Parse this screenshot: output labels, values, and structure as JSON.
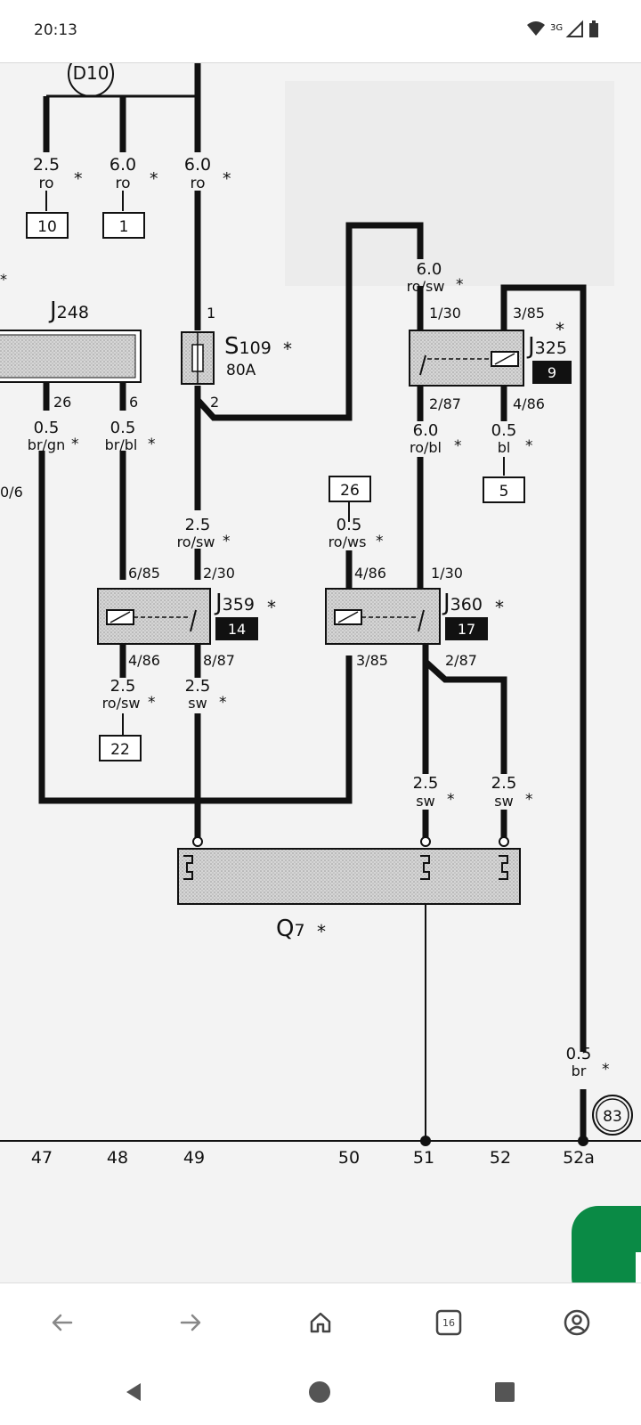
{
  "status_bar": {
    "time": "20:13",
    "network": "3G",
    "icons": [
      "wifi-icon",
      "signal-icon",
      "battery-icon"
    ]
  },
  "diagram": {
    "top_connector": "D10",
    "wires": [
      {
        "id": "w10",
        "gauge": "2.5",
        "color": "ro",
        "star": "*",
        "ref": "10"
      },
      {
        "id": "w1",
        "gauge": "6.0",
        "color": "ro",
        "star": "*",
        "ref": "1"
      },
      {
        "id": "w49",
        "gauge": "6.0",
        "color": "ro",
        "star": "*"
      },
      {
        "id": "wJ248a",
        "gauge": "0.5",
        "color": "br/gn",
        "star": "*"
      },
      {
        "id": "wJ248b",
        "gauge": "0.5",
        "color": "br/bl",
        "star": "*"
      },
      {
        "id": "wS109",
        "gauge": "2.5",
        "color": "ro/sw",
        "star": "*"
      },
      {
        "id": "w26",
        "gauge": "0.5",
        "color": "ro/ws",
        "star": "*",
        "ref": "26"
      },
      {
        "id": "wJ325in",
        "gauge": "6.0",
        "color": "ro/sw",
        "star": "*"
      },
      {
        "id": "wJ325out",
        "gauge": "6.0",
        "color": "ro/bl",
        "star": "*"
      },
      {
        "id": "w5",
        "gauge": "0.5",
        "color": "bl",
        "star": "*",
        "ref": "5"
      },
      {
        "id": "w22",
        "gauge": "2.5",
        "color": "ro/sw",
        "star": "*",
        "ref": "22"
      },
      {
        "id": "wJ359",
        "gauge": "2.5",
        "color": "sw",
        "star": "*"
      },
      {
        "id": "w51",
        "gauge": "2.5",
        "color": "sw",
        "star": "*"
      },
      {
        "id": "w52",
        "gauge": "2.5",
        "color": "sw",
        "star": "*"
      },
      {
        "id": "w52a",
        "gauge": "0.5",
        "color": "br",
        "star": "*"
      }
    ],
    "components": {
      "j248": {
        "label": "J",
        "sub": "248",
        "pins": [
          "26",
          "6"
        ]
      },
      "s109": {
        "label": "S",
        "sub": "109",
        "star": "*",
        "rating": "80A",
        "pins": [
          "1",
          "2"
        ]
      },
      "j325": {
        "label": "J",
        "sub": "325",
        "star": "*",
        "badge": "9",
        "pins": [
          "1/30",
          "3/85",
          "2/87",
          "4/86"
        ]
      },
      "j359": {
        "label": "J",
        "sub": "359",
        "star": "*",
        "badge": "14",
        "pins": [
          "6/85",
          "2/30",
          "4/86",
          "8/87"
        ]
      },
      "j360": {
        "label": "J",
        "sub": "360",
        "star": "*",
        "badge": "17",
        "pins": [
          "4/86",
          "1/30",
          "3/85",
          "2/87"
        ]
      },
      "q7": {
        "label": "Q",
        "sub": "7",
        "star": "*"
      }
    },
    "left_partial": "0/6",
    "ground": "83",
    "columns": [
      "47",
      "48",
      "49",
      "50",
      "51",
      "52",
      "52a"
    ]
  },
  "browser_bar": {
    "tab_count": "16",
    "buttons": [
      "back-icon",
      "forward-icon",
      "home-icon",
      "tabs-icon",
      "account-icon"
    ]
  },
  "system_nav": [
    "back-triangle-icon",
    "home-circle-icon",
    "recents-square-icon"
  ],
  "colors": {
    "accent": "#0a8a45",
    "wire": "#111111",
    "relay_fill": "#cfcfcf"
  }
}
